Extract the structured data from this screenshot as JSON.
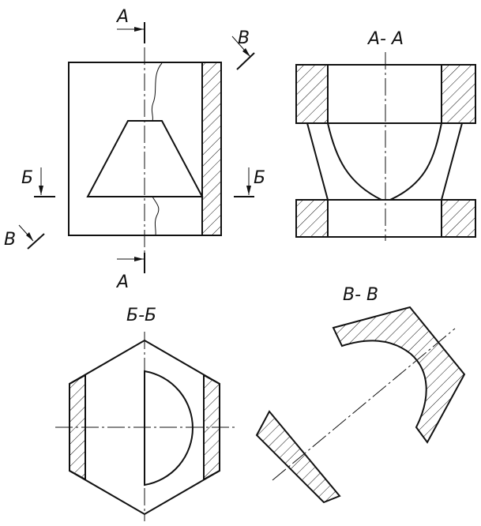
{
  "labels": {
    "cut_a": "A",
    "cut_b": "Б",
    "cut_v": "В"
  },
  "titles": {
    "section_aa": "A- A",
    "section_bb": "Б-Б",
    "section_vv": "В- В"
  }
}
